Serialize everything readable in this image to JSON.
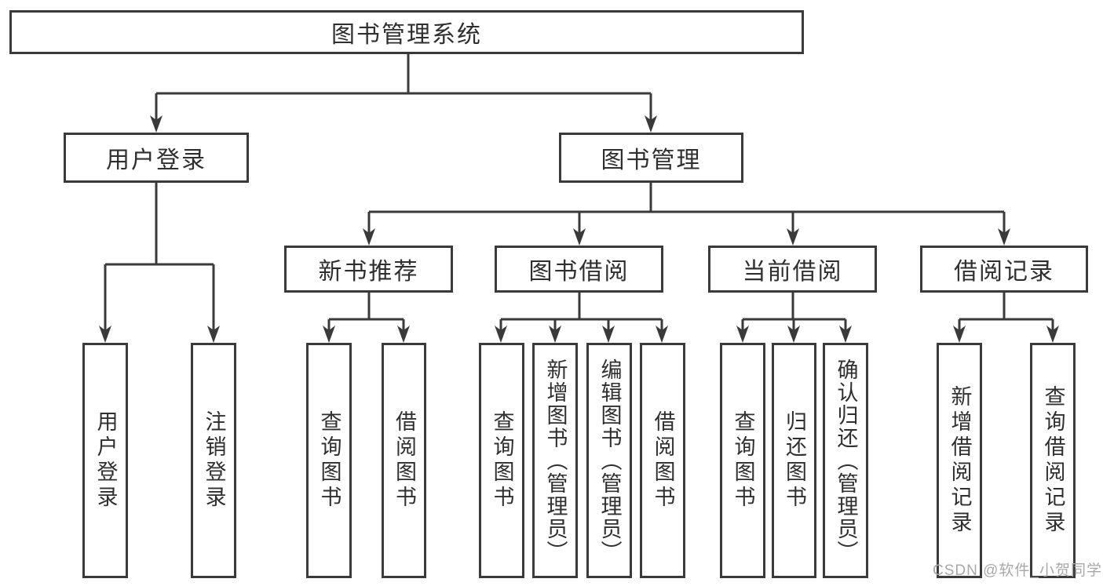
{
  "diagram": {
    "title": "图书管理系统",
    "nodes": {
      "root": "图书管理系统",
      "user_login": "用户登录",
      "book_mgmt": "图书管理",
      "leaf_user_login": "用户登录",
      "leaf_logout": "注销登录",
      "new_book_rec": "新书推荐",
      "book_borrow": "图书借阅",
      "current_borrow": "当前借阅",
      "borrow_record": "借阅记录",
      "nbr_query_book": "查询图书",
      "nbr_borrow_book": "借阅图书",
      "bb_query_book": "查询图书",
      "bb_add_book": "新增图书（管理员）",
      "bb_edit_book": "编辑图书（管理员）",
      "bb_borrow_book": "借阅图书",
      "cb_query_book": "查询图书",
      "cb_return_book": "归还图书",
      "cb_confirm_return": "确认归还（管理员）",
      "br_add_record": "新增借阅记录",
      "br_query_record": "查询借阅记录"
    },
    "line_color": "#3a3a3a",
    "text_color": "#2f2f2f",
    "watermark": "CSDN @软件_小贺同学"
  }
}
